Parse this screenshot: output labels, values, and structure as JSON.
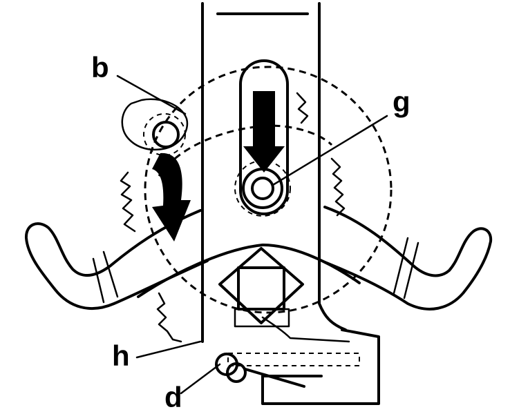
{
  "callouts": {
    "b": "b",
    "g": "g",
    "h": "h",
    "d": "d"
  },
  "colors": {
    "ink": "#000000",
    "paper": "#ffffff"
  },
  "icons": {
    "slot_arrow": "arrow-down-icon",
    "rotation_arrow": "curved-arrow-icon"
  }
}
